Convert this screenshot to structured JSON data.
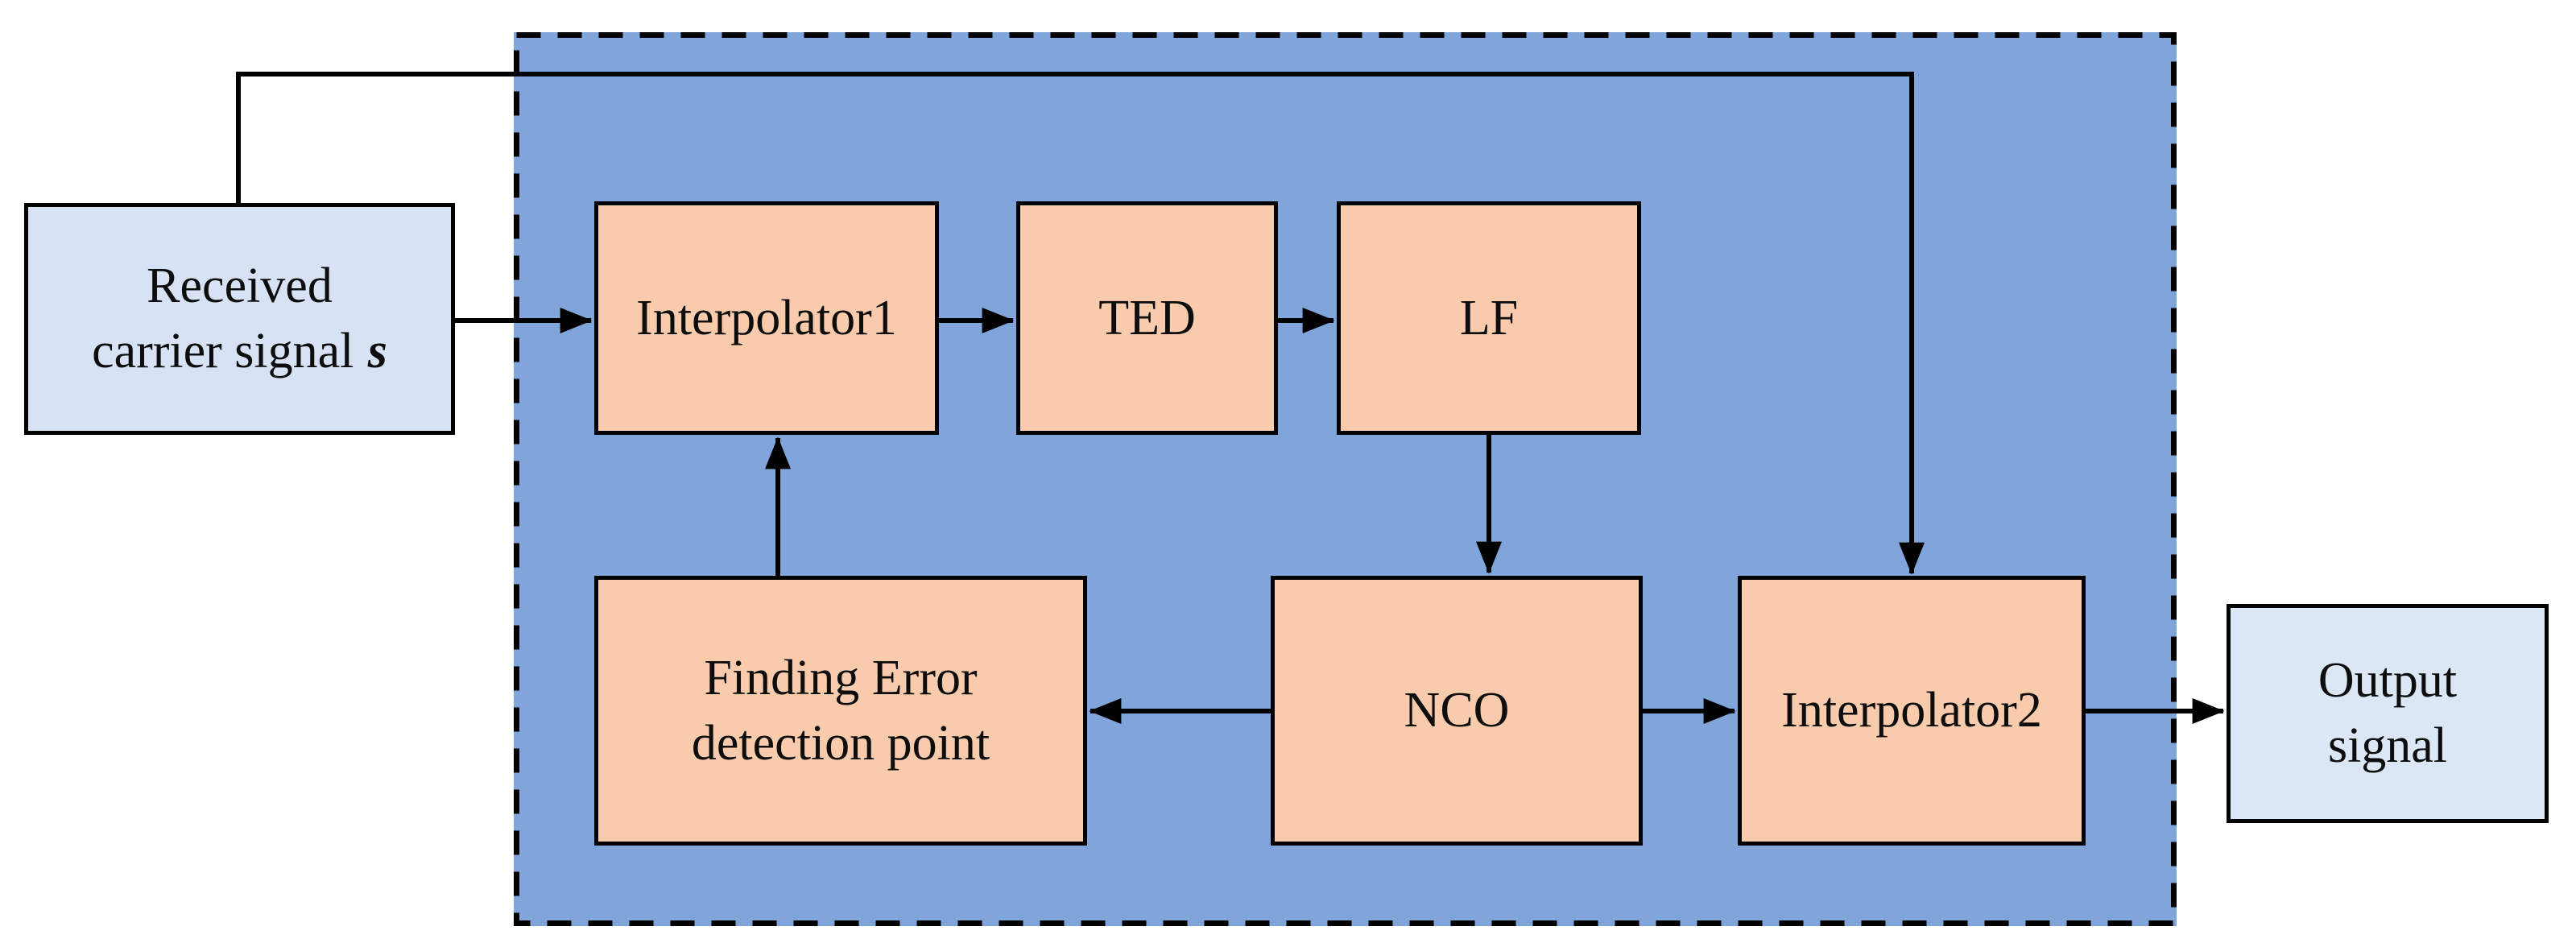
{
  "colors": {
    "canvas_bg": "#ffffff",
    "loop_bg": "#7FA5DA",
    "block_fill": "#F9CBAD",
    "io_fill": "#D7E3F4",
    "output_fill": "#DCE7F6",
    "line": "#000000",
    "text": "#0d0d0d"
  },
  "nodes": {
    "received": {
      "line1": "Received",
      "line2": "carrier signal",
      "suffix": "s"
    },
    "interpolator1": {
      "label": "Interpolator1"
    },
    "ted": {
      "label": "TED"
    },
    "lf": {
      "label": "LF"
    },
    "finding_error": {
      "line1": "Finding Error",
      "line2": "detection point"
    },
    "nco": {
      "label": "NCO"
    },
    "interpolator2": {
      "label": "Interpolator2"
    },
    "output": {
      "line1": "Output",
      "line2": "signal"
    }
  }
}
